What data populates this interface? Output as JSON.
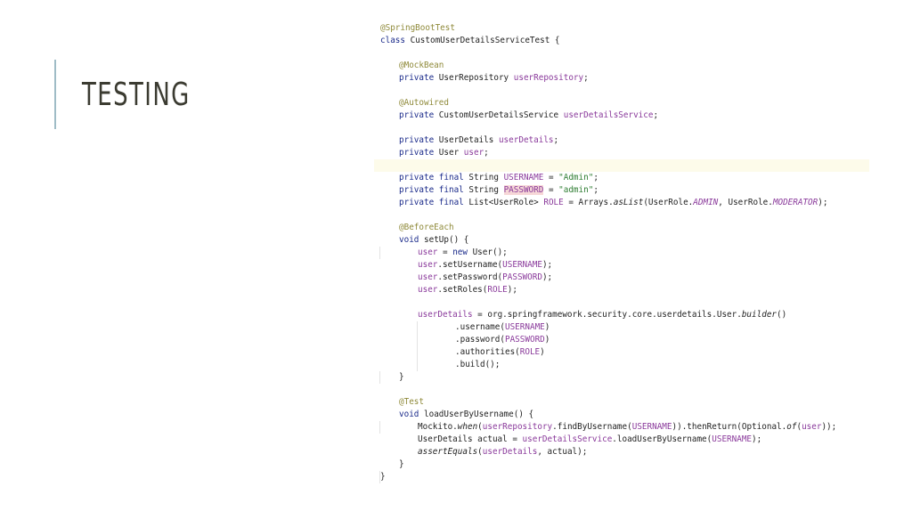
{
  "slide": {
    "title": "TESTING",
    "accent_color": "#9fbcc6"
  },
  "code": {
    "lines": [
      {
        "indent": 0,
        "tokens": [
          {
            "t": "@SpringBootTest",
            "c": "anno"
          }
        ]
      },
      {
        "indent": 0,
        "tokens": [
          {
            "t": "class ",
            "c": "kw"
          },
          {
            "t": "CustomUserDetailsServiceTest {",
            "c": ""
          }
        ]
      },
      {
        "indent": 0,
        "tokens": []
      },
      {
        "indent": 1,
        "tokens": [
          {
            "t": "@MockBean",
            "c": "anno"
          }
        ]
      },
      {
        "indent": 1,
        "tokens": [
          {
            "t": "private ",
            "c": "kw"
          },
          {
            "t": "UserRepository ",
            "c": ""
          },
          {
            "t": "userRepository",
            "c": "field"
          },
          {
            "t": ";",
            "c": ""
          }
        ]
      },
      {
        "indent": 0,
        "tokens": []
      },
      {
        "indent": 1,
        "tokens": [
          {
            "t": "@Autowired",
            "c": "anno"
          }
        ]
      },
      {
        "indent": 1,
        "tokens": [
          {
            "t": "private ",
            "c": "kw"
          },
          {
            "t": "CustomUserDetailsService ",
            "c": ""
          },
          {
            "t": "userDetailsService",
            "c": "field"
          },
          {
            "t": ";",
            "c": ""
          }
        ]
      },
      {
        "indent": 0,
        "tokens": []
      },
      {
        "indent": 1,
        "tokens": [
          {
            "t": "private ",
            "c": "kw"
          },
          {
            "t": "UserDetails ",
            "c": ""
          },
          {
            "t": "userDetails",
            "c": "field"
          },
          {
            "t": ";",
            "c": ""
          }
        ]
      },
      {
        "indent": 1,
        "tokens": [
          {
            "t": "private ",
            "c": "kw"
          },
          {
            "t": "User ",
            "c": ""
          },
          {
            "t": "user",
            "c": "field"
          },
          {
            "t": ";",
            "c": ""
          }
        ]
      },
      {
        "indent": 0,
        "tokens": [],
        "highlight": true
      },
      {
        "indent": 1,
        "tokens": [
          {
            "t": "private final ",
            "c": "kw"
          },
          {
            "t": "String ",
            "c": ""
          },
          {
            "t": "USERNAME",
            "c": "const"
          },
          {
            "t": " = ",
            "c": ""
          },
          {
            "t": "\"Admin\"",
            "c": "str"
          },
          {
            "t": ";",
            "c": ""
          }
        ]
      },
      {
        "indent": 1,
        "tokens": [
          {
            "t": "private final ",
            "c": "kw"
          },
          {
            "t": "String ",
            "c": ""
          },
          {
            "t": "PASSWORD",
            "c": "const pwhl"
          },
          {
            "t": " = ",
            "c": ""
          },
          {
            "t": "\"admin\"",
            "c": "str"
          },
          {
            "t": ";",
            "c": ""
          }
        ]
      },
      {
        "indent": 1,
        "tokens": [
          {
            "t": "private final ",
            "c": "kw"
          },
          {
            "t": "List<UserRole> ",
            "c": ""
          },
          {
            "t": "ROLE",
            "c": "const"
          },
          {
            "t": " = Arrays.",
            "c": ""
          },
          {
            "t": "asList",
            "c": "ital"
          },
          {
            "t": "(UserRole.",
            "c": ""
          },
          {
            "t": "ADMIN",
            "c": "const ital"
          },
          {
            "t": ", UserRole.",
            "c": ""
          },
          {
            "t": "MODERATOR",
            "c": "const ital"
          },
          {
            "t": ");",
            "c": ""
          }
        ]
      },
      {
        "indent": 0,
        "tokens": []
      },
      {
        "indent": 1,
        "tokens": [
          {
            "t": "@BeforeEach",
            "c": "anno"
          }
        ]
      },
      {
        "indent": 1,
        "tokens": [
          {
            "t": "void ",
            "c": "kw"
          },
          {
            "t": "setUp() {",
            "c": ""
          }
        ]
      },
      {
        "indent": 2,
        "tokens": [
          {
            "t": "user",
            "c": "field"
          },
          {
            "t": " = ",
            "c": ""
          },
          {
            "t": "new ",
            "c": "kw"
          },
          {
            "t": "User();",
            "c": ""
          }
        ]
      },
      {
        "indent": 2,
        "tokens": [
          {
            "t": "user",
            "c": "field"
          },
          {
            "t": ".setUsername(",
            "c": ""
          },
          {
            "t": "USERNAME",
            "c": "const"
          },
          {
            "t": ");",
            "c": ""
          }
        ]
      },
      {
        "indent": 2,
        "tokens": [
          {
            "t": "user",
            "c": "field"
          },
          {
            "t": ".setPassword(",
            "c": ""
          },
          {
            "t": "PASSWORD",
            "c": "const"
          },
          {
            "t": ");",
            "c": ""
          }
        ]
      },
      {
        "indent": 2,
        "tokens": [
          {
            "t": "user",
            "c": "field"
          },
          {
            "t": ".setRoles(",
            "c": ""
          },
          {
            "t": "ROLE",
            "c": "const"
          },
          {
            "t": ");",
            "c": ""
          }
        ]
      },
      {
        "indent": 0,
        "tokens": []
      },
      {
        "indent": 2,
        "tokens": [
          {
            "t": "userDetails",
            "c": "field"
          },
          {
            "t": " = org.springframework.security.core.userdetails.User.",
            "c": ""
          },
          {
            "t": "builder",
            "c": "ital"
          },
          {
            "t": "()",
            "c": ""
          }
        ]
      },
      {
        "indent": 4,
        "tokens": [
          {
            "t": ".username(",
            "c": ""
          },
          {
            "t": "USERNAME",
            "c": "const"
          },
          {
            "t": ")",
            "c": ""
          }
        ]
      },
      {
        "indent": 4,
        "tokens": [
          {
            "t": ".password(",
            "c": ""
          },
          {
            "t": "PASSWORD",
            "c": "const"
          },
          {
            "t": ")",
            "c": ""
          }
        ]
      },
      {
        "indent": 4,
        "tokens": [
          {
            "t": ".authorities(",
            "c": ""
          },
          {
            "t": "ROLE",
            "c": "const"
          },
          {
            "t": ")",
            "c": ""
          }
        ]
      },
      {
        "indent": 4,
        "tokens": [
          {
            "t": ".build();",
            "c": ""
          }
        ]
      },
      {
        "indent": 1,
        "tokens": [
          {
            "t": "}",
            "c": ""
          }
        ]
      },
      {
        "indent": 0,
        "tokens": []
      },
      {
        "indent": 1,
        "tokens": [
          {
            "t": "@Test",
            "c": "anno"
          }
        ]
      },
      {
        "indent": 1,
        "tokens": [
          {
            "t": "void ",
            "c": "kw"
          },
          {
            "t": "loadUserByUsername() {",
            "c": ""
          }
        ]
      },
      {
        "indent": 2,
        "tokens": [
          {
            "t": "Mockito.",
            "c": ""
          },
          {
            "t": "when",
            "c": "ital"
          },
          {
            "t": "(",
            "c": ""
          },
          {
            "t": "userRepository",
            "c": "field"
          },
          {
            "t": ".findByUsername(",
            "c": ""
          },
          {
            "t": "USERNAME",
            "c": "const"
          },
          {
            "t": ")).thenReturn(Optional.",
            "c": ""
          },
          {
            "t": "of",
            "c": "ital"
          },
          {
            "t": "(",
            "c": ""
          },
          {
            "t": "user",
            "c": "field"
          },
          {
            "t": "));",
            "c": ""
          }
        ]
      },
      {
        "indent": 2,
        "tokens": [
          {
            "t": "UserDetails actual = ",
            "c": ""
          },
          {
            "t": "userDetailsService",
            "c": "field"
          },
          {
            "t": ".loadUserByUsername(",
            "c": ""
          },
          {
            "t": "USERNAME",
            "c": "const"
          },
          {
            "t": ");",
            "c": ""
          }
        ]
      },
      {
        "indent": 2,
        "tokens": [
          {
            "t": "assertEquals",
            "c": "ital"
          },
          {
            "t": "(",
            "c": ""
          },
          {
            "t": "userDetails",
            "c": "field"
          },
          {
            "t": ", actual);",
            "c": ""
          }
        ]
      },
      {
        "indent": 1,
        "tokens": [
          {
            "t": "}",
            "c": ""
          }
        ]
      },
      {
        "indent": 0,
        "tokens": [
          {
            "t": "}",
            "c": ""
          }
        ]
      }
    ]
  }
}
